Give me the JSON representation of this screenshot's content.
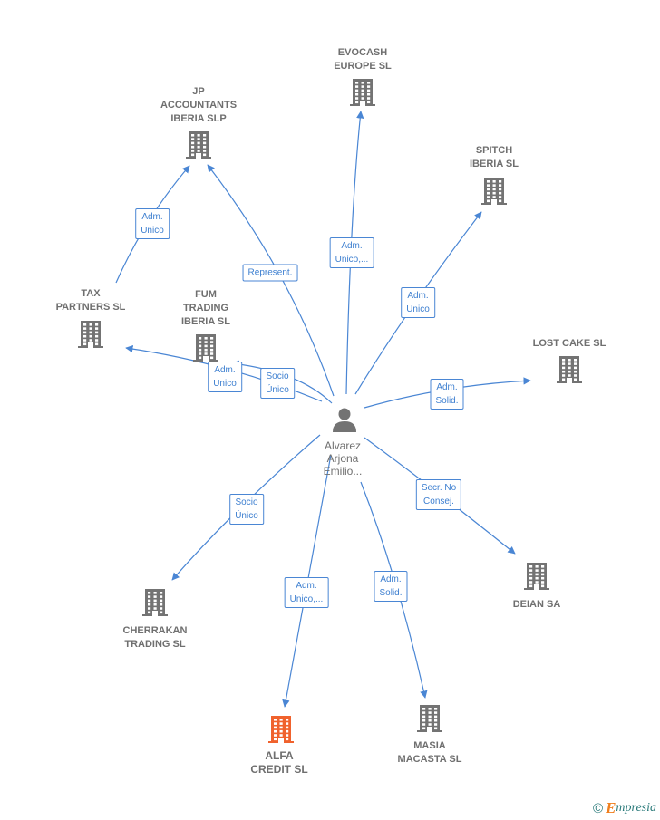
{
  "person": {
    "name_lines": [
      "Alvarez",
      "Arjona",
      "Emilio..."
    ]
  },
  "companies": [
    {
      "id": "evocash",
      "lines": [
        "EVOCASH",
        "EUROPE  SL"
      ],
      "highlight": false
    },
    {
      "id": "jp",
      "lines": [
        "JP",
        "ACCOUNTANTS",
        "IBERIA  SLP"
      ],
      "highlight": false
    },
    {
      "id": "spitch",
      "lines": [
        "SPITCH",
        "IBERIA  SL"
      ],
      "highlight": false
    },
    {
      "id": "tax",
      "lines": [
        "TAX",
        "PARTNERS  SL"
      ],
      "highlight": false
    },
    {
      "id": "fum",
      "lines": [
        "FUM",
        "TRADING",
        "IBERIA  SL"
      ],
      "highlight": false
    },
    {
      "id": "lostcake",
      "lines": [
        "LOST CAKE  SL"
      ],
      "highlight": false
    },
    {
      "id": "deian",
      "lines": [
        "DEIAN SA"
      ],
      "highlight": false
    },
    {
      "id": "cherrakan",
      "lines": [
        "CHERRAKAN",
        "TRADING  SL"
      ],
      "highlight": false
    },
    {
      "id": "alfa",
      "lines": [
        "ALFA",
        "CREDIT  SL"
      ],
      "highlight": true
    },
    {
      "id": "masia",
      "lines": [
        "MASIA",
        "MACASTA SL"
      ],
      "highlight": false
    }
  ],
  "relations": [
    {
      "id": "r-evocash",
      "lines": [
        "Adm.",
        "Unico,..."
      ]
    },
    {
      "id": "r-jp",
      "lines": [
        "Represent."
      ]
    },
    {
      "id": "r-tax-jp",
      "lines": [
        "Adm.",
        "Unico"
      ]
    },
    {
      "id": "r-spitch",
      "lines": [
        "Adm.",
        "Unico"
      ]
    },
    {
      "id": "r-lostcake",
      "lines": [
        "Adm.",
        "Solid."
      ]
    },
    {
      "id": "r-fum",
      "lines": [
        "Socio",
        "Único"
      ]
    },
    {
      "id": "r-tax",
      "lines": [
        "Adm.",
        "Unico"
      ]
    },
    {
      "id": "r-deian",
      "lines": [
        "Secr.  No",
        "Consej."
      ]
    },
    {
      "id": "r-cherrakan",
      "lines": [
        "Socio",
        "Único"
      ]
    },
    {
      "id": "r-alfa",
      "lines": [
        "Adm.",
        "Unico,..."
      ]
    },
    {
      "id": "r-masia",
      "lines": [
        "Adm.",
        "Solid."
      ]
    }
  ],
  "colors": {
    "building": "#737373",
    "building_highlight": "#f0622d",
    "edge": "#4a86d4",
    "label_text": "#3d7fd0"
  },
  "watermark": {
    "copyright": "©",
    "brand_initial": "E",
    "brand_rest": "mpresia"
  }
}
